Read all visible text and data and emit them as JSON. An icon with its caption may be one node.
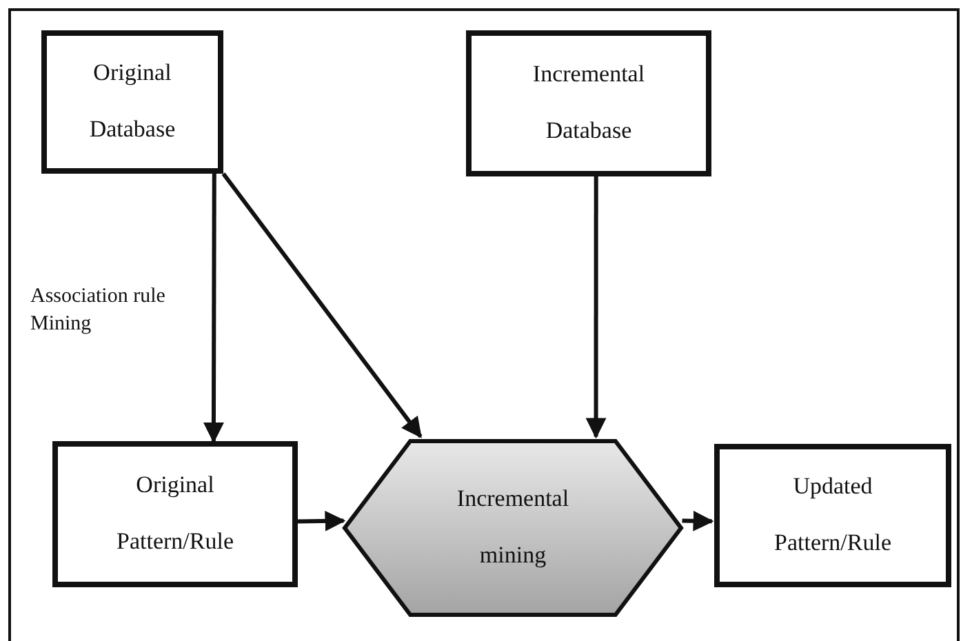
{
  "diagram": {
    "nodes": [
      {
        "text": [
          "Original Database"
        ]
      },
      {
        "text": [
          "Incremental Database"
        ]
      },
      {
        "text": [
          "Original Pattern/Rule"
        ]
      },
      {
        "text": [
          "Incremental mining"
        ]
      },
      {
        "text": [
          "Updated Pattern/Rule"
        ]
      }
    ],
    "edges": [
      {
        "from": 0,
        "to": 2,
        "arrow": "to",
        "label": "Association rule Mining"
      },
      {
        "from": 0,
        "to": 3,
        "arrow": "to"
      },
      {
        "from": 1,
        "to": 3,
        "arrow": "to"
      },
      {
        "from": 2,
        "to": 3,
        "arrow": "to"
      },
      {
        "from": 3,
        "to": 4,
        "arrow": "to"
      }
    ]
  }
}
